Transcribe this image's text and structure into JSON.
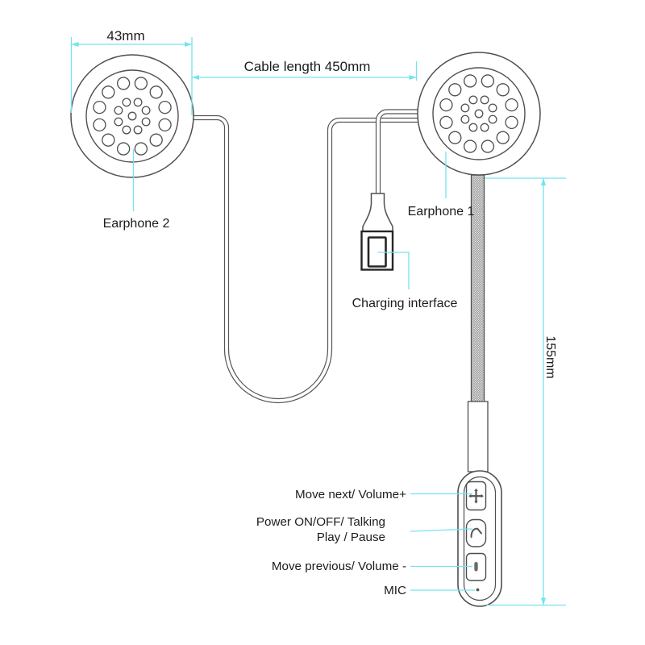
{
  "diagram": {
    "dimensions": {
      "earphone_width": "43mm",
      "cable_length": "Cable length 450mm",
      "boom_height": "155mm"
    },
    "part_labels": {
      "earphone_2": "Earphone 2",
      "earphone_1": "Earphone 1",
      "charging_interface": "Charging interface",
      "mic": "MIC"
    },
    "control_labels": {
      "next_volume_up": "Move next/ Volume+",
      "power_line1": "Power ON/OFF/ Talking",
      "power_line2": "Play / Pause",
      "prev_volume_down": "Move previous/ Volume -"
    },
    "icons": {
      "volume_up_button": "plus-icon",
      "call_button": "phone-handset-icon",
      "volume_down_button": "slot-icon",
      "mic_hole": "mic-dot-icon"
    },
    "colors": {
      "dimension_accent": "#74e3ee",
      "outline": "#4f4f4f",
      "connector_dark": "#262626",
      "text": "#1c1c1c",
      "background": "#ffffff"
    }
  }
}
